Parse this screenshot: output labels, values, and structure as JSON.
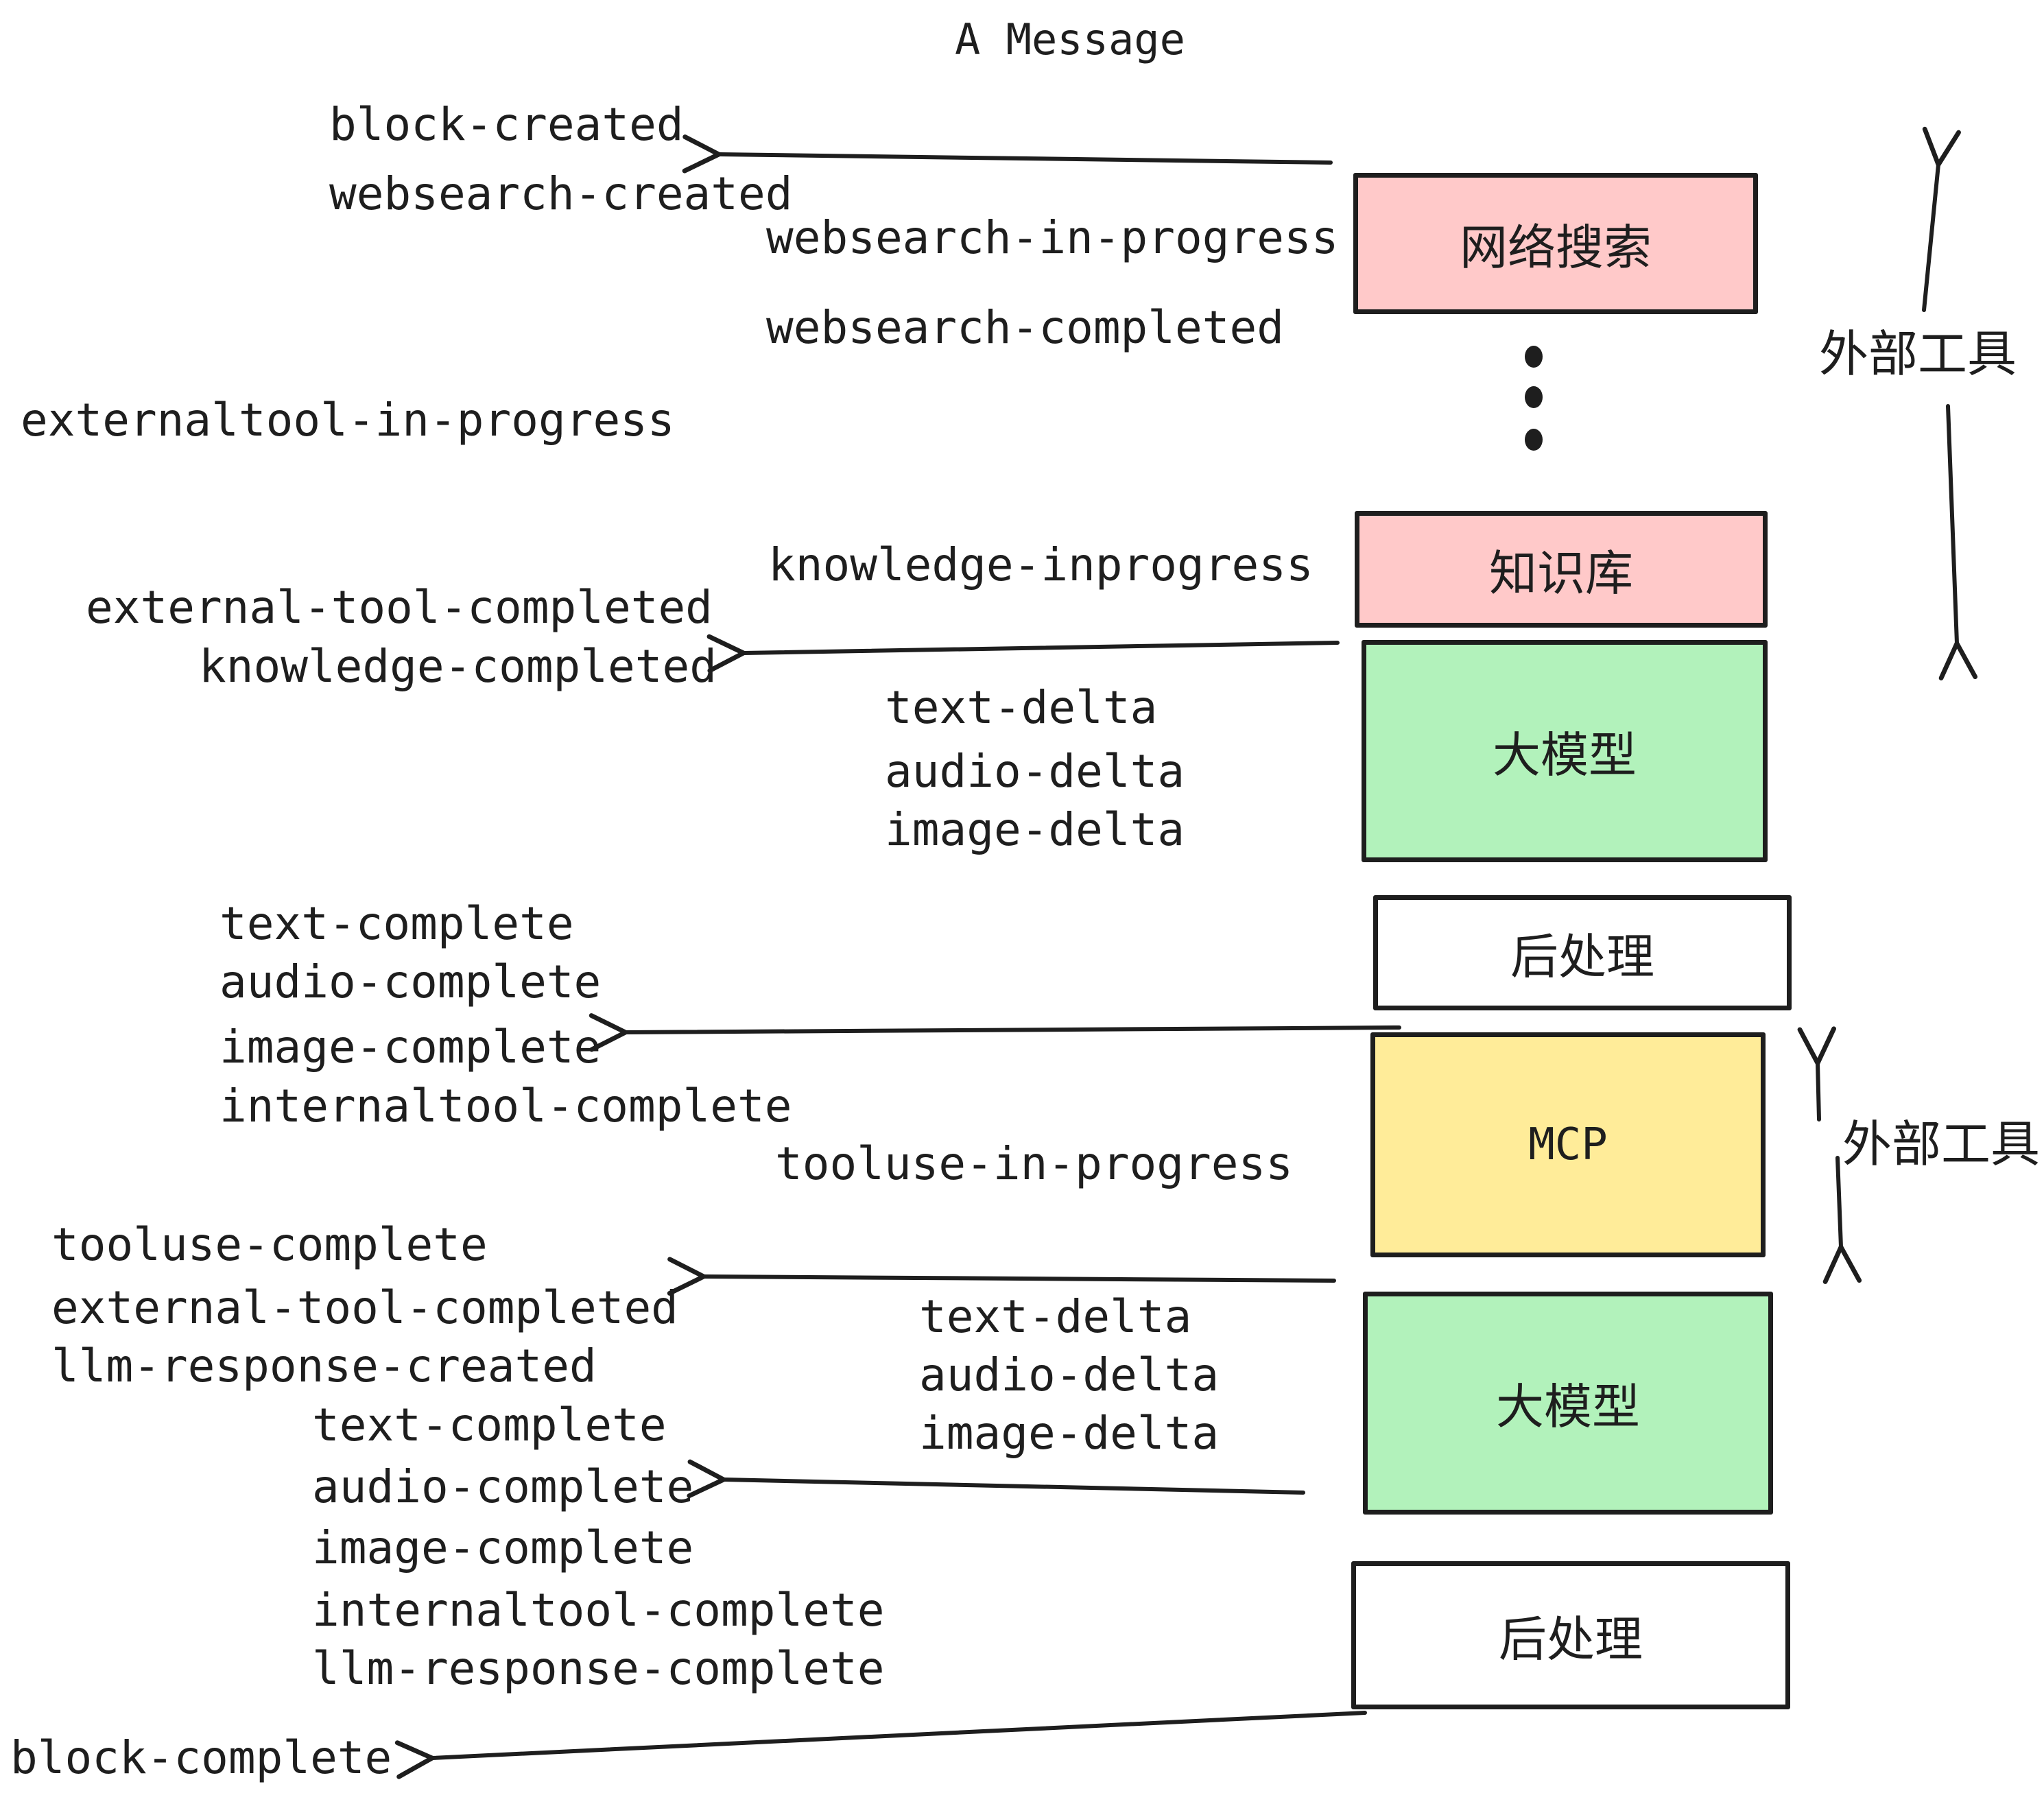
{
  "title": "A Message",
  "boxes": {
    "websearch": {
      "label": "网络搜索",
      "fill": "#ffc9c9"
    },
    "knowledge": {
      "label": "知识库",
      "fill": "#ffc9c9"
    },
    "llm1": {
      "label": "大模型",
      "fill": "#b2f2bb"
    },
    "post1": {
      "label": "后处理",
      "fill": "#ffffff"
    },
    "mcp": {
      "label": "MCP",
      "fill": "#ffec99"
    },
    "llm2": {
      "label": "大模型",
      "fill": "#b2f2bb"
    },
    "post2": {
      "label": "后处理",
      "fill": "#ffffff"
    }
  },
  "annotations": {
    "external_tools_top": "外部工具",
    "external_tools_mcp": "外部工具",
    "dots": "⋮"
  },
  "events": {
    "block_created": "block-created",
    "websearch_created": "websearch-created",
    "websearch_in_progress": "websearch-in-progress",
    "websearch_completed": "websearch-completed",
    "externaltool_in_progress": "externaltool-in-progress",
    "knowledge_inprogress": "knowledge-inprogress",
    "external_tool_completed_1": "external-tool-completed",
    "knowledge_completed": "knowledge-completed",
    "text_delta_1": "text-delta",
    "audio_delta_1": "audio-delta",
    "image_delta_1": "image-delta",
    "text_complete_1": "text-complete",
    "audio_complete_1": "audio-complete",
    "image_complete_1": "image-complete",
    "internaltool_complete_1": "internaltool-complete",
    "tooluse_in_progress": "tooluse-in-progress",
    "tooluse_complete": "tooluse-complete",
    "external_tool_completed_2": "external-tool-completed",
    "llm_response_created": "llm-response-created",
    "text_delta_2": "text-delta",
    "audio_delta_2": "audio-delta",
    "image_delta_2": "image-delta",
    "text_complete_2": "text-complete",
    "audio_complete_2": "audio-complete",
    "image_complete_2": "image-complete",
    "internaltool_complete_2": "internaltool-complete",
    "llm_response_complete": "llm-response-complete",
    "block_complete": "block-complete"
  },
  "colors": {
    "stroke": "#1e1e1e",
    "box_pink": "#ffc9c9",
    "box_green": "#b2f2bb",
    "box_yellow": "#ffec99",
    "box_white": "#ffffff",
    "background": "#ffffff"
  }
}
